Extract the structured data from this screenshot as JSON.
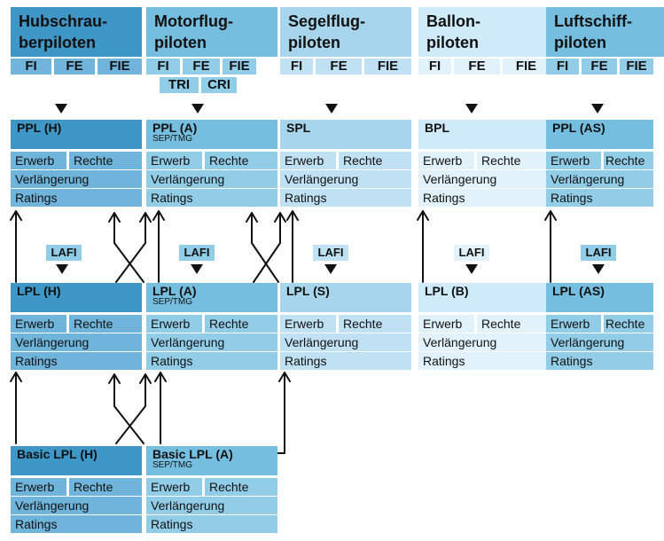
{
  "columns": [
    {
      "id": "h",
      "title": [
        "Hubschrau-",
        "berpiloten"
      ],
      "pills": [
        "FI",
        "FE",
        "FIE"
      ],
      "fill": "#3e97c6"
    },
    {
      "id": "a",
      "title": [
        "Motorflug-",
        "piloten"
      ],
      "pills": [
        "FI",
        "FE",
        "FIE"
      ],
      "extra_pills": [
        "TRI",
        "CRI"
      ],
      "fill": "#75bedf"
    },
    {
      "id": "s",
      "title": [
        "Segelflug-",
        "piloten"
      ],
      "pills": [
        "FI",
        "FE",
        "FIE"
      ],
      "fill": "#a6d5ec"
    },
    {
      "id": "b",
      "title": [
        "Ballon-",
        "piloten"
      ],
      "pills": [
        "FI",
        "FE",
        "FIE"
      ],
      "fill": "#cfeaf8"
    },
    {
      "id": "as",
      "title": [
        "Luftschiff-",
        "piloten"
      ],
      "pills": [
        "FI",
        "FE",
        "FIE"
      ],
      "fill": "#75bedf"
    }
  ],
  "box_rows": {
    "erwerb": "Erwerb",
    "rechte": "Rechte",
    "verlaengerung": "Verlängerung",
    "ratings": "Ratings"
  },
  "licenses": {
    "ppl_h": {
      "title": "PPL (H)"
    },
    "ppl_a": {
      "title": "PPL (A)",
      "sub": "SEP/TMG"
    },
    "spl": {
      "title": "SPL"
    },
    "bpl": {
      "title": "BPL"
    },
    "ppl_as": {
      "title": "PPL (AS)"
    },
    "lpl_h": {
      "title": "LPL (H)"
    },
    "lpl_a": {
      "title": "LPL (A)",
      "sub": "SEP/TMG"
    },
    "lpl_s": {
      "title": "LPL (S)"
    },
    "lpl_b": {
      "title": "LPL (B)"
    },
    "lpl_as": {
      "title": "LPL (AS)"
    },
    "basic_h": {
      "title": "Basic LPL (H)"
    },
    "basic_a": {
      "title": "Basic LPL (A)",
      "sub": "SEP/TMG"
    }
  },
  "lafi_label": "LAFI",
  "double_arrow": "↔",
  "colors": {
    "line": "#111111"
  }
}
